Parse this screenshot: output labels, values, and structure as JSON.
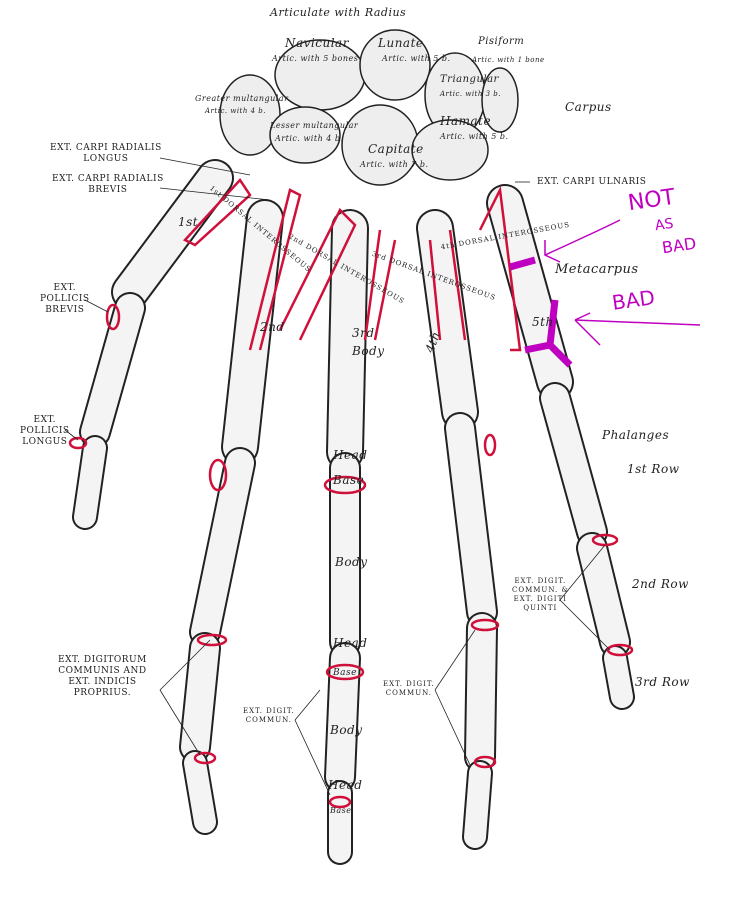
{
  "carpus": {
    "articulate": "Articulate with Radius",
    "navicular": "Navicular",
    "navicular_artic": "Artic. with 5 bones",
    "lunate": "Lunate",
    "lunate_artic": "Artic. with 5 b.",
    "triangular": "Triangular",
    "triangular_artic": "Artic. with 3 b.",
    "pisiform": "Pisiform",
    "pisiform_artic": "Artic. with 1 bone",
    "greater": "Greater multangular",
    "greater_artic": "Artic. with 4 b.",
    "lesser": "Lesser multangular",
    "lesser_artic": "Artic. with 4 b.",
    "capitate": "Capitate",
    "capitate_artic": "Artic. with 7 b.",
    "hamate": "Hamate",
    "hamate_artic": "Artic. with 5 b.",
    "label": "Carpus"
  },
  "muscles": {
    "ecrl": [
      "EXT. CARPI RADIALIS",
      "LONGUS"
    ],
    "ecrb": [
      "EXT. CARPI RADIALIS",
      "BREVIS"
    ],
    "ecu": "EXT. CARPI ULNARIS",
    "epb": [
      "EXT.",
      "POLLICIS",
      "BREVIS"
    ],
    "epl": [
      "EXT.",
      "POLLICIS",
      "LONGUS"
    ],
    "edc": [
      "EXT. DIGITORUM",
      "COMMUNIS AND",
      "EXT. INDICIS",
      "PROPRIUS."
    ],
    "edc_commun_1": [
      "EXT. DIGIT.",
      "COMMUN."
    ],
    "edc_commun_2": [
      "EXT. DIGIT.",
      "COMMUN."
    ],
    "edc_quinti": [
      "EXT. DIGIT.",
      "COMMUN. &",
      "EXT. DIGITI",
      "QUINTI"
    ]
  },
  "interosseous": {
    "d1": "1st DORSAL INTEROSSEOUS",
    "d2": "2nd DORSAL INTEROSSEOUS",
    "d3": "3rd DORSAL INTEROSSEOUS",
    "d4": "4th DORSAL INTEROSSEOUS"
  },
  "bones": {
    "first": "1st",
    "second": "2nd",
    "third": "3rd",
    "fourth": "4th",
    "fifth": "5th",
    "body": "Body",
    "head": "Head",
    "base": "Base",
    "metacarpus": "Metacarpus",
    "phalanges": "Phalanges",
    "row1": "1st Row",
    "row2": "2nd Row",
    "row3": "3rd Row"
  },
  "annotations": {
    "not_as_bad": [
      "NOT",
      "AS",
      "BAD"
    ],
    "bad": "BAD",
    "ink_color": "#c000c0"
  },
  "colors": {
    "muscle_outline": "#d0103a",
    "ink": "#222222"
  }
}
